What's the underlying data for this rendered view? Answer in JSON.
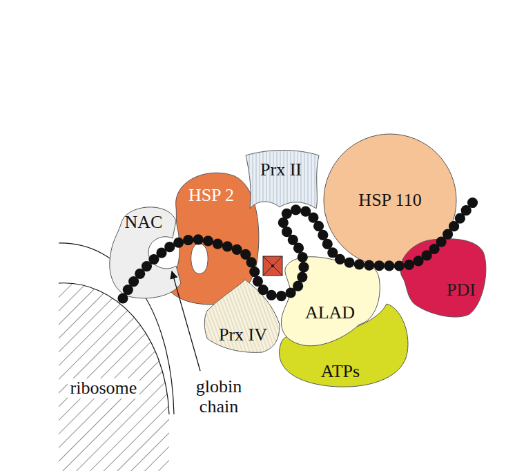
{
  "diagram": {
    "nodes": [
      {
        "text": [
          "NAC"
        ]
      },
      {
        "text": [
          "HSP 2"
        ]
      },
      {
        "text": [
          "Prx II"
        ]
      },
      {
        "text": [
          "HSP 110"
        ]
      },
      {
        "text": [
          "PDI"
        ]
      },
      {
        "text": [
          "Prx IV"
        ]
      },
      {
        "text": [
          "ALAD"
        ]
      },
      {
        "text": [
          "ATPs"
        ]
      }
    ],
    "labels": [
      "ribosome",
      "globin chain"
    ]
  }
}
